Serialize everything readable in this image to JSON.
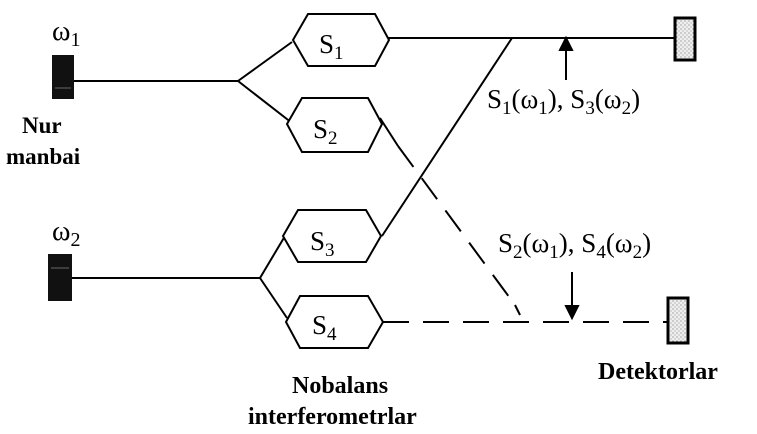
{
  "source_labels": {
    "omega1": "ω",
    "omega1_sub": "1",
    "omega2": "ω",
    "omega2_sub": "2"
  },
  "source_caption": {
    "line1": "Nur",
    "line2": "manbai"
  },
  "interferometers": [
    {
      "name": "S",
      "sub": "1"
    },
    {
      "name": "S",
      "sub": "2"
    },
    {
      "name": "S",
      "sub": "3"
    },
    {
      "name": "S",
      "sub": "4"
    }
  ],
  "arrow_top": {
    "parts": [
      "S",
      "1",
      "(ω",
      "1",
      "), S",
      "3",
      "(ω",
      "2",
      ")"
    ]
  },
  "arrow_bottom": {
    "parts": [
      "S",
      "2",
      "(ω",
      "1",
      "), S",
      "4",
      "(ω",
      "2",
      ")"
    ]
  },
  "caption_center": {
    "line1": "Nobalans",
    "line2": "interferometrlar"
  },
  "caption_right": "Detektorlar",
  "icons": [
    "light-source-icon",
    "detector-icon"
  ]
}
